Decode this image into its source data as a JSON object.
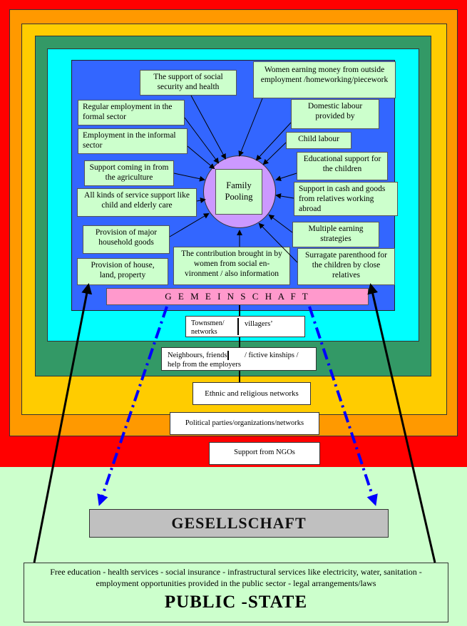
{
  "colors": {
    "red": "#ff0000",
    "orange": "#ff9900",
    "yellow": "#ffcc00",
    "green": "#339966",
    "cyan": "#00ffff",
    "blue": "#3366ff",
    "light_green": "#ccffcc",
    "pink": "#ff99cc",
    "lavender": "#cc99ff",
    "gray": "#c0c0c0"
  },
  "family": {
    "center": "Family Pooling",
    "left_items": [
      "Regular employment in the formal sector",
      "Employment in the informal sector",
      "Support coming in from the agriculture",
      "All kinds of service support like child and elderly care",
      "Provision of major household goods",
      "Provision of house, land, property"
    ],
    "top_items": [
      "The support of social security and health",
      "Women earning money from outside employment /homeworking/piecework"
    ],
    "right_items": [
      "Domestic labour provided by",
      "Child labour",
      "Educational support for the children",
      "Support in cash and goods from relatives working abroad",
      "Multiple earning strategies",
      "Surragate parenthood for the children by close relatives"
    ],
    "bottom_item": "The contribution brought in by women from social en- vironment / also information"
  },
  "gemeinschaft": "G E M E I N S C H A F T",
  "networks": {
    "townsmen_left": "Townsmen/ networks",
    "townsmen_right": "villagers’",
    "neighbours_left": "Neighbours, friends",
    "neighbours_right": "/ fictive kinships / help from the employers",
    "ethnic": "Ethnic and religious networks",
    "political": "Political parties/organizations/networks",
    "ngo": "Support from NGOs"
  },
  "gesellschaft": "GESELLSCHAFT",
  "public_state": {
    "services": "Free education - health services - social insurance - infrastructural services like electricity, water, sanitation - employment opportunities provided in the public sector - legal arrangements/laws",
    "title": "PUBLIC -STATE"
  }
}
